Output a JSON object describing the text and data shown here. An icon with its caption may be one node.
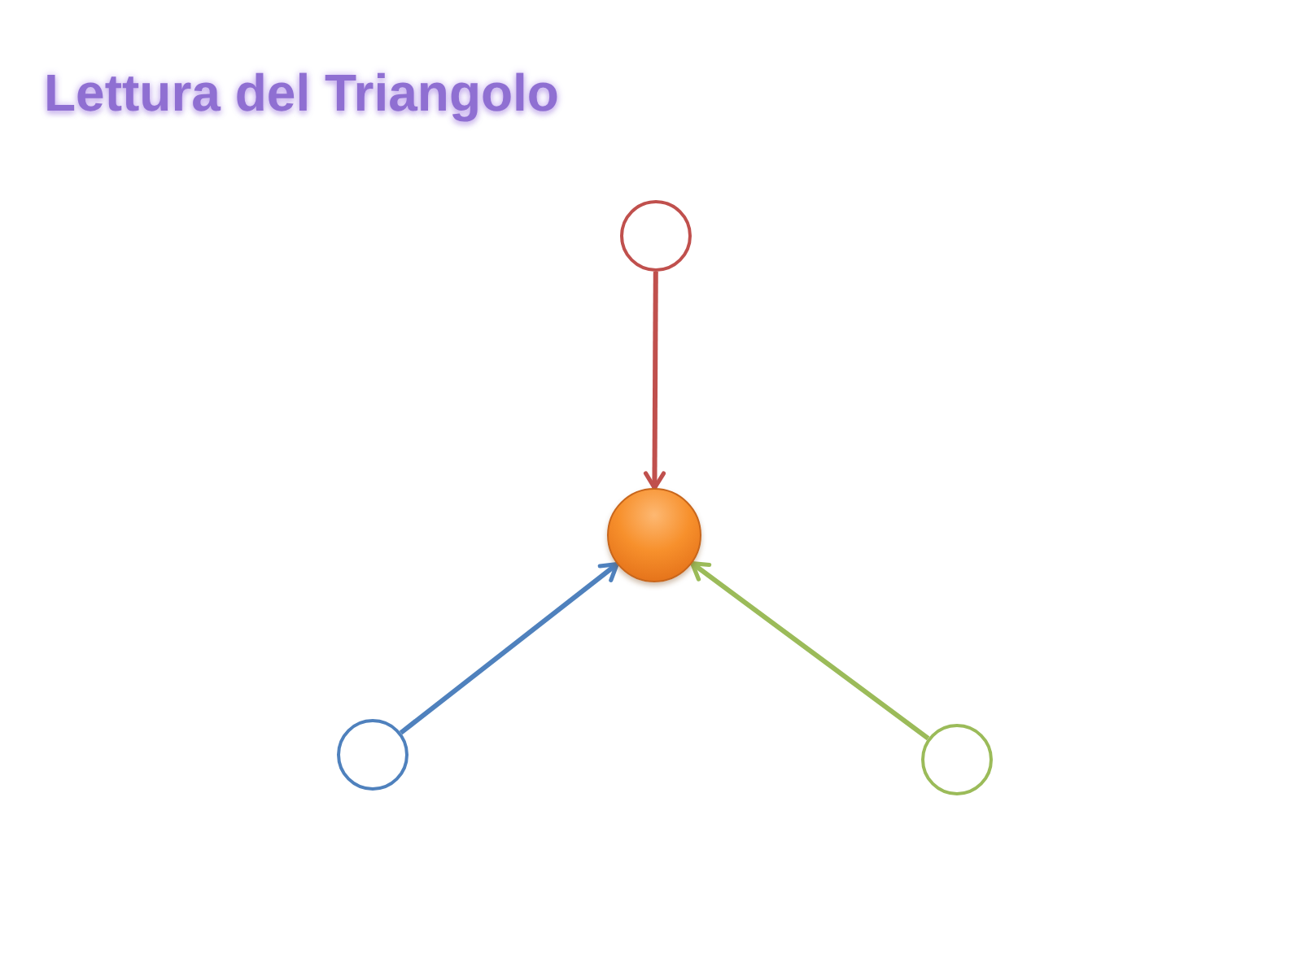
{
  "diagram": {
    "title": "Lettura del Triangolo",
    "nodes": [
      {
        "text": [],
        "shape": "circle"
      },
      {
        "text": [],
        "shape": "circle"
      },
      {
        "text": [],
        "shape": "circle"
      },
      {
        "text": [],
        "shape": "circle"
      }
    ],
    "edges": [
      {
        "from": 0,
        "to": 1,
        "arrow": "to",
        "color": "#c0504d"
      },
      {
        "from": 2,
        "to": 1,
        "arrow": "to",
        "color": "#4f81bd"
      },
      {
        "from": 3,
        "to": 1,
        "arrow": "to",
        "color": "#9bbb59"
      }
    ]
  }
}
